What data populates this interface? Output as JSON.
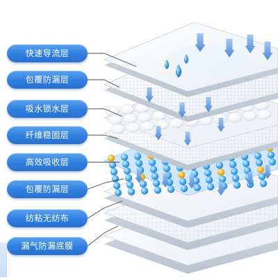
{
  "layers": [
    {
      "id": "fast-guide",
      "label": "快速导流层"
    },
    {
      "id": "wrap-leakproof-top",
      "label": "包覆防漏层"
    },
    {
      "id": "absorb-lock",
      "label": "吸水锁水层"
    },
    {
      "id": "fiber-stable",
      "label": "纤维稳固层"
    },
    {
      "id": "high-absorb",
      "label": "高效吸收层"
    },
    {
      "id": "wrap-leakproof-bottom",
      "label": "包覆防漏层"
    },
    {
      "id": "spunlace",
      "label": "纺粘无纺布"
    },
    {
      "id": "breathable-base",
      "label": "漏气防漏底膜"
    }
  ],
  "colors": {
    "pill": "#2f7fe0",
    "arrow": "#5b8fd6",
    "bead_blue": "#4aa8ee",
    "bead_yellow": "#f2b233",
    "drop": "#2a8ad8"
  }
}
